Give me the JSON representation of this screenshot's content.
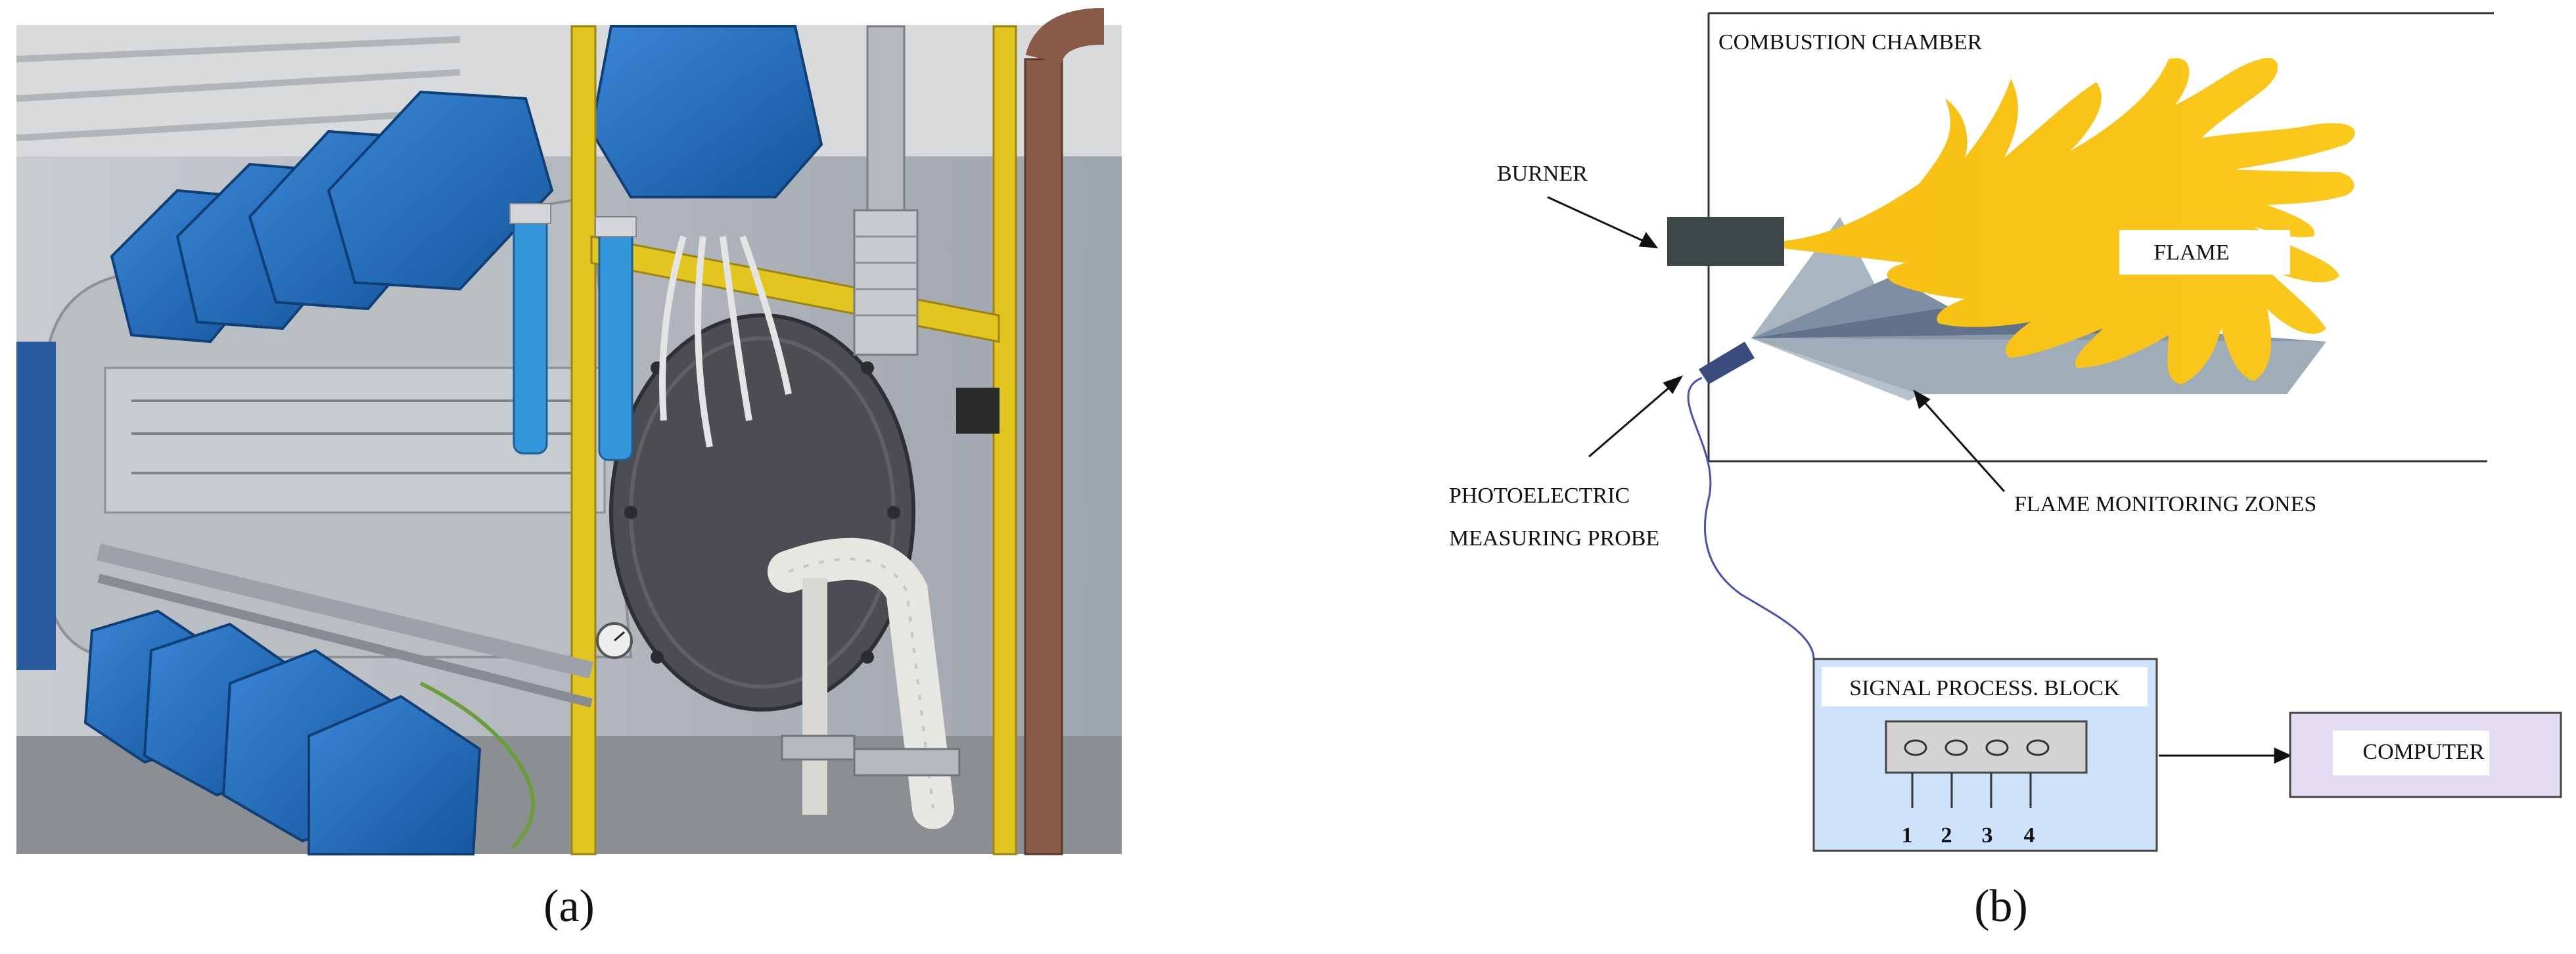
{
  "panel_a": {
    "caption": "(a)"
  },
  "panel_b": {
    "caption": "(b)",
    "labels": {
      "chamber": "COMBUSTION CHAMBER",
      "burner": "BURNER",
      "flame": "FLAME",
      "probe_line1": "PHOTOELECTRIC",
      "probe_line2": "MEASURING PROBE",
      "zones": "FLAME MONITORING ZONES",
      "block": "SIGNAL PROCESS. BLOCK",
      "computer": "COMPUTER"
    },
    "channels": [
      "1",
      "2",
      "3",
      "4"
    ],
    "colors": {
      "flame": "#f9c316",
      "burner": "#3d4747",
      "block_fill": "#cfe2fb",
      "computer_fill": "#e4dcf4",
      "panel_fill": "#d3d3d3",
      "cable": "#4a4fb8",
      "zone_dark": "#5f6f86",
      "zone_light": "#a8b6c2"
    }
  }
}
